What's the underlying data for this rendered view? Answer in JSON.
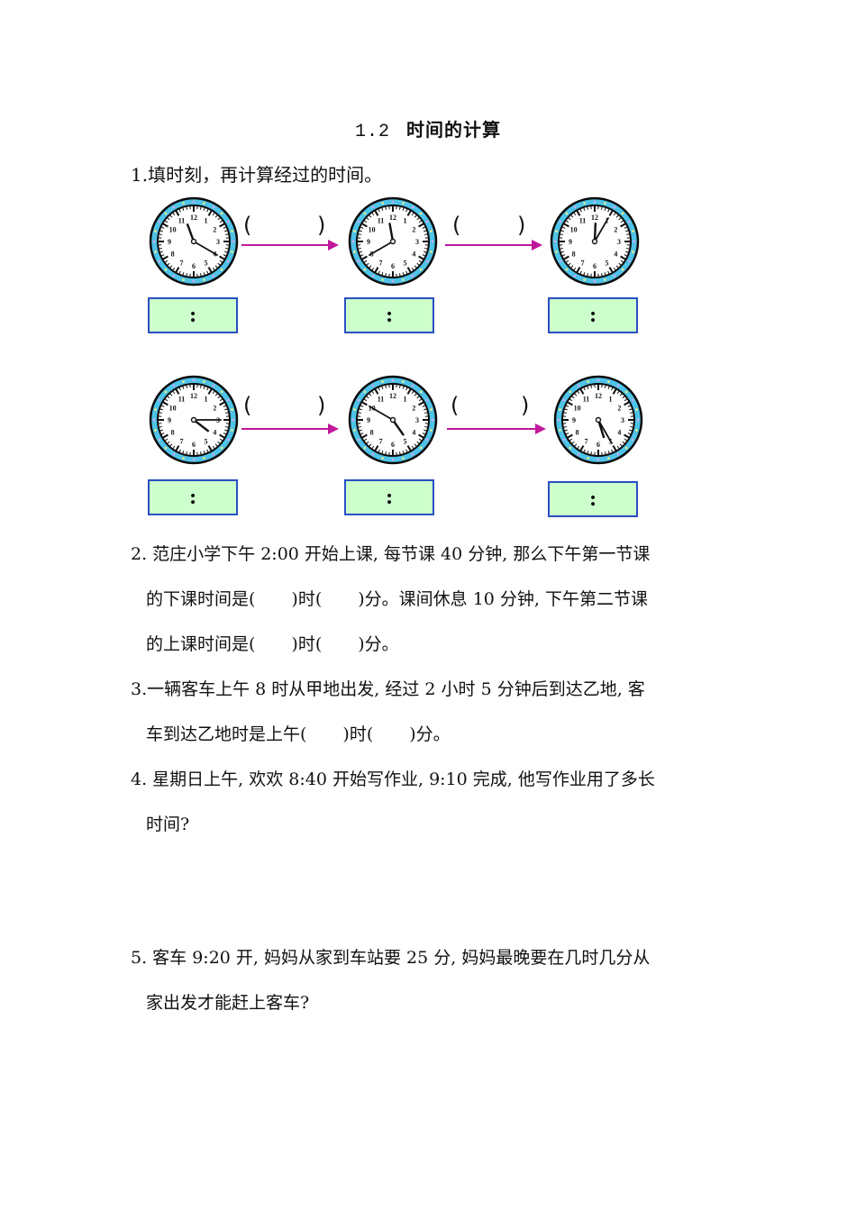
{
  "title": {
    "number": "1.2",
    "text": "时间的计算"
  },
  "question1": {
    "prompt": "1.填时刻，再计算经过的时间。",
    "rows": [
      {
        "clocks": [
          {
            "time": "11:20",
            "hour": 11,
            "minute": 20,
            "box_label": ":"
          },
          {
            "time": "11:40",
            "hour": 11,
            "minute": 40,
            "box_label": ":"
          },
          {
            "time": "12:05",
            "hour": 12,
            "minute": 5,
            "box_label": ":"
          }
        ],
        "gaps": [
          {
            "open": "(",
            "close": ")"
          },
          {
            "open": "(",
            "close": ")"
          }
        ]
      },
      {
        "clocks": [
          {
            "time": "4:15",
            "hour": 4,
            "minute": 15,
            "box_label": ":"
          },
          {
            "time": "4:50",
            "hour": 4,
            "minute": 50,
            "box_label": ":"
          },
          {
            "time": "5:25",
            "hour": 5,
            "minute": 25,
            "box_label": ":"
          }
        ],
        "gaps": [
          {
            "open": "(",
            "close": ")"
          },
          {
            "open": "(",
            "close": ")"
          }
        ]
      }
    ]
  },
  "question2": {
    "line1": "2.  范庄小学下午 2:00 开始上课,  每节课 40 分钟, 那么下午第一节课",
    "line2a": "的下课时间是(",
    "line2b": ")时(",
    "line2c": ")分。课间休息 10 分钟, 下午第二节课",
    "line3a": "的上课时间是(",
    "line3b": ")时(",
    "line3c": ")分。"
  },
  "question3": {
    "line1": "3.一辆客车上午 8 时从甲地出发, 经过 2 小时 5 分钟后到达乙地, 客",
    "line2a": "车到达乙地时是上午(",
    "line2b": ")时(",
    "line2c": ")分。"
  },
  "question4": {
    "line1": "4.  星期日上午, 欢欢 8:40 开始写作业, 9:10 完成, 他写作业用了多长",
    "line2": "时间?"
  },
  "question5": {
    "line1": "5.  客车 9:20 开, 妈妈从家到车站要 25 分, 妈妈最晚要在几时几分从",
    "line2": "家出发才能赶上客车?"
  },
  "colors": {
    "clock_rim": "#4fc3e8",
    "clock_outline": "#0a0a0a",
    "arrow": "#c0189c",
    "box_fill": "#ccffcc",
    "box_border": "#2a4fc4"
  }
}
